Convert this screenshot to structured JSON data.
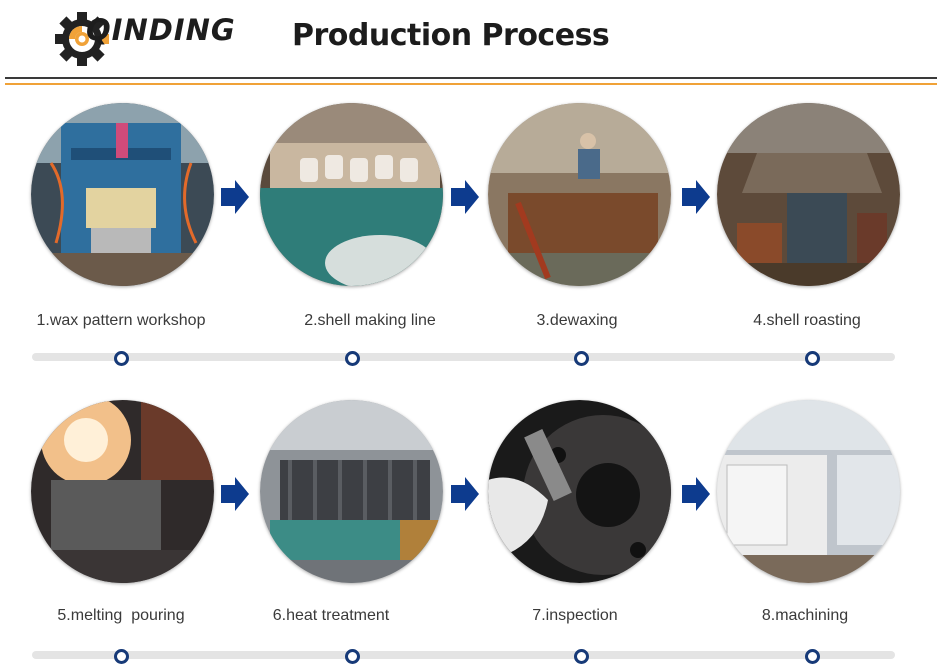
{
  "header": {
    "logo_text": "QINDING",
    "title": "Production Process"
  },
  "steps": [
    {
      "label": "1.wax pattern workshop"
    },
    {
      "label": "2.shell making line"
    },
    {
      "label": "3.dewaxing"
    },
    {
      "label": "4.shell roasting"
    },
    {
      "label": "5.melting  pouring"
    },
    {
      "label": "6.heat treatment"
    },
    {
      "label": "7.inspection"
    },
    {
      "label": "8.machining"
    }
  ],
  "colors": {
    "accent_orange": "#f0a238",
    "arrow_blue": "#0d3b8e",
    "dot_navy": "#173a78"
  },
  "icons": [
    "gear-logo-icon",
    "arrow-right-icon"
  ]
}
